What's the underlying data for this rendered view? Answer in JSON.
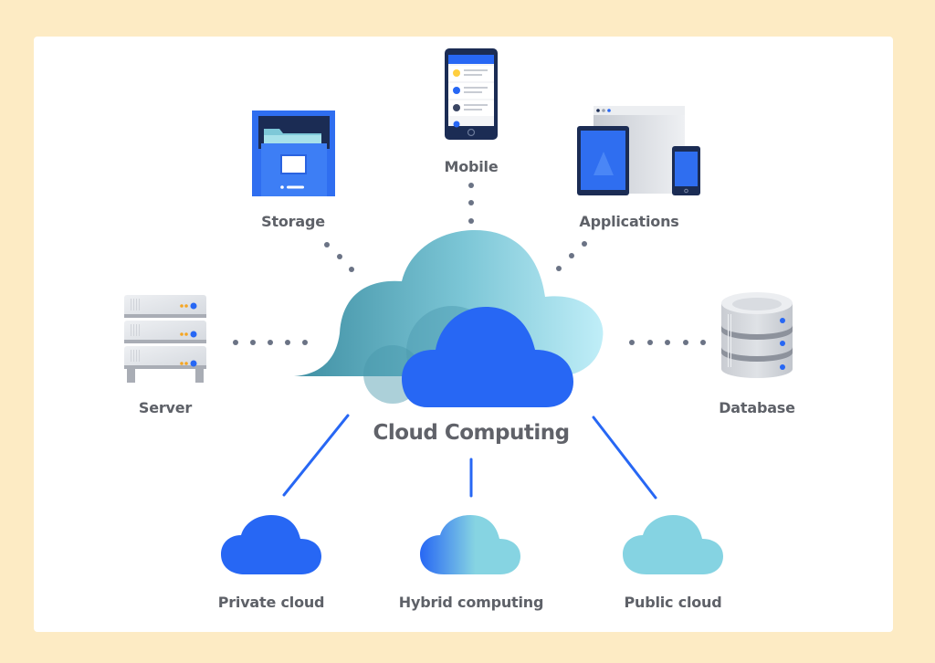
{
  "title": "Cloud Computing",
  "colors": {
    "background": "#fdebc4",
    "card": "#ffffff",
    "blue": "#2767f4",
    "teal_dark": "#4a9cb0",
    "teal_light": "#b9eaf5",
    "public_cloud": "#85d3e2",
    "dot": "#6b7385",
    "label": "#5e6168"
  },
  "top_nodes": [
    {
      "id": "storage",
      "label": "Storage",
      "icon": "folder-drawer-icon",
      "connector": "dotted"
    },
    {
      "id": "mobile",
      "label": "Mobile",
      "icon": "smartphone-icon",
      "connector": "dotted"
    },
    {
      "id": "applications",
      "label": "Applications",
      "icon": "devices-icon",
      "connector": "dotted"
    }
  ],
  "side_nodes": [
    {
      "id": "server",
      "label": "Server",
      "icon": "server-rack-icon",
      "connector": "dotted"
    },
    {
      "id": "database",
      "label": "Database",
      "icon": "database-icon",
      "connector": "dotted"
    }
  ],
  "center": {
    "label": "Cloud Computing",
    "icon": "cloud-icon"
  },
  "bottom_nodes": [
    {
      "id": "private",
      "label": "Private cloud",
      "icon": "cloud-icon",
      "connector": "solid"
    },
    {
      "id": "hybrid",
      "label": "Hybrid computing",
      "icon": "cloud-icon",
      "connector": "solid"
    },
    {
      "id": "public",
      "label": "Public cloud",
      "icon": "cloud-icon",
      "connector": "solid"
    }
  ]
}
